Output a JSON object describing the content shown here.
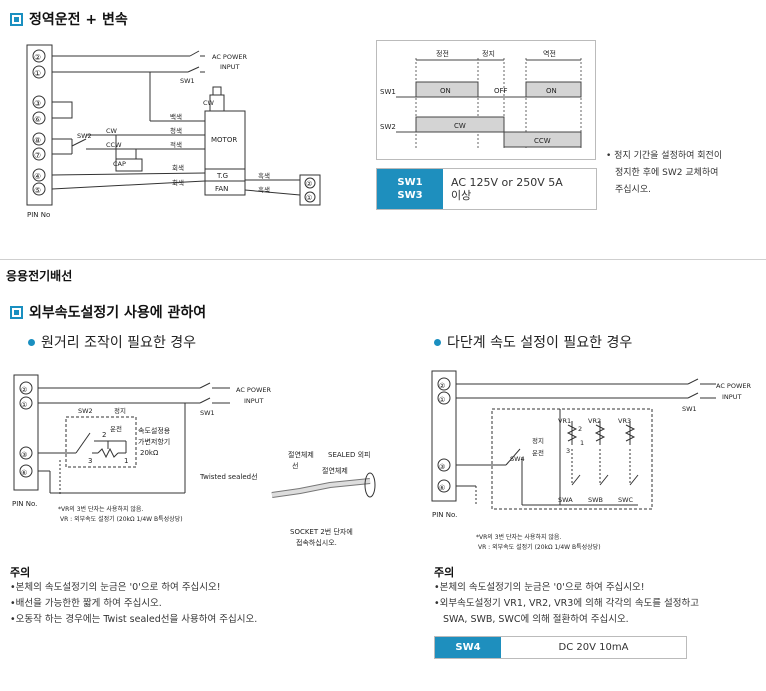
{
  "section1": {
    "title": "정역운전 + 변속",
    "pins": [
      "②",
      "①",
      "③",
      "⑥",
      "⑧",
      "⑦",
      "④",
      "⑤"
    ],
    "pin_no": "PIN No",
    "ac_power": "AC POWER",
    "input": "INPUT",
    "sw1": "SW1",
    "sw2": "SW2",
    "cw": "CW",
    "ccw": "CCW",
    "cap": "CAP",
    "wire_white": "백색",
    "wire_blue": "청색",
    "wire_red": "적색",
    "wire_gray1": "회색",
    "wire_gray2": "회색",
    "wire_black1": "흑색",
    "wire_black2": "흑색",
    "motor": "MOTOR",
    "tg": "T.G",
    "fan": "FAN",
    "motor_cw": "CW",
    "out_pins": [
      "②",
      "①"
    ]
  },
  "timing": {
    "headers": [
      "정전",
      "정지",
      "역전"
    ],
    "sw1": "SW1",
    "sw2": "SW2",
    "on1": "ON",
    "off": "OFF",
    "on2": "ON",
    "cw": "CW",
    "ccw": "CCW"
  },
  "sw13": {
    "label1": "SW1",
    "label2": "SW3",
    "value1": "AC 125V or 250V 5A",
    "value2": "이상"
  },
  "note1": [
    "• 정지 기간을 설정하여 회전이",
    "정지한 후에 SW2 교체하여",
    "주십시오."
  ],
  "section_app": "응용전기배선",
  "section2": {
    "title": "외부속도설정기 사용에 관하여",
    "left_sub": "원거리 조작이 필요한 경우",
    "right_sub": "다단계 속도 설정이 필요한 경우"
  },
  "left_diagram": {
    "pins": [
      "②",
      "①",
      "③",
      "⑥"
    ],
    "pin_no": "PIN No.",
    "ac_power": "AC POWER",
    "input": "INPUT",
    "sw1": "SW1",
    "sw2": "SW2",
    "stop": "정지",
    "run": "운전",
    "pot_label": [
      "속도설정용",
      "가변저항기",
      "20kΩ"
    ],
    "n1": "1",
    "n2": "2",
    "n3": "3",
    "twisted": "Twisted sealed선",
    "shield_wire": "절연체제",
    "sun": "선",
    "sealed_outer": "SEALED 외피",
    "insulator": "절연체제",
    "socket": [
      "SOCKET 2번 단자에",
      "접속하십시오."
    ],
    "foot": [
      "*VR의 3번 단자는 사용하지 않음.",
      "VR : 외부속도 설정기 (20kΩ 1/4W B특성상당)"
    ]
  },
  "right_diagram": {
    "pins": [
      "②",
      "①",
      "③",
      "⑥"
    ],
    "pin_no": "PIN No.",
    "ac_power": "AC POWER",
    "input": "INPUT",
    "sw1": "SW1",
    "sw4": "SW4",
    "stop": "정지",
    "run": "운전",
    "vr": [
      "VR1",
      "VR2",
      "VR3"
    ],
    "n1": "1",
    "n2": "2",
    "n3": "3",
    "sw_abc": [
      "SWA",
      "SWB",
      "SWC"
    ],
    "foot": [
      "*VR의 3번 단자는 사용하지 않음.",
      "VR : 외부속도 설정기 (20kΩ 1/4W B특성상당)"
    ]
  },
  "caution_left": {
    "title": "주의",
    "items": [
      "본체의 속도설정기의 눈금은 '0'으로 하여 주십시오!",
      "배선을 가능한한 짧게 하여 주십시오.",
      "오동작 하는 경우에는 Twist sealed선을 사용하여 주십시오."
    ]
  },
  "caution_right": {
    "title": "주의",
    "items": [
      "본체의 속도설정기의 눈금은 '0'으로 하여 주십시오!",
      "외부속도설정기 VR1, VR2, VR3에 의해 각각의 속도를 설정하고",
      "SWA, SWB, SWC에 의해 절환하여 주십시오."
    ]
  },
  "sw4box": {
    "label": "SW4",
    "value": "DC 20V 10mA"
  },
  "colors": {
    "accent": "#1e8fbe",
    "timing_fill": "#d4d4d4"
  }
}
